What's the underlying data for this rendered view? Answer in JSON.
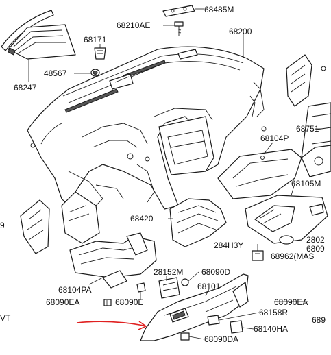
{
  "labels": {
    "p68485M": "68485M",
    "p68210AE": "68210AE",
    "p68171": "68171",
    "p68200": "68200",
    "p48567": "48567",
    "p68247": "68247",
    "p68751": "68751",
    "p68104P": "68104P",
    "p68105M": "68105M",
    "p68420": "68420",
    "p2802": "2802",
    "p6809": "6809",
    "p284H3Y": "284H3Y",
    "p68962MAS": "68962(MAS",
    "p68104PA": "68104PA",
    "p28152M": "28152M",
    "p68090D": "68090D",
    "p68101": "68101",
    "p68090EA_left": "68090EA",
    "p68090E": "68090E",
    "p68090EA_right": "68090EA",
    "p68158R": "68158R",
    "p68140HA": "68140HA",
    "p68090DA": "68090DA",
    "p689": "689",
    "edge_9": "9",
    "edge_vt": "VT"
  },
  "colors": {
    "ink": "#1a1a1a",
    "arrow": "#e02020"
  }
}
